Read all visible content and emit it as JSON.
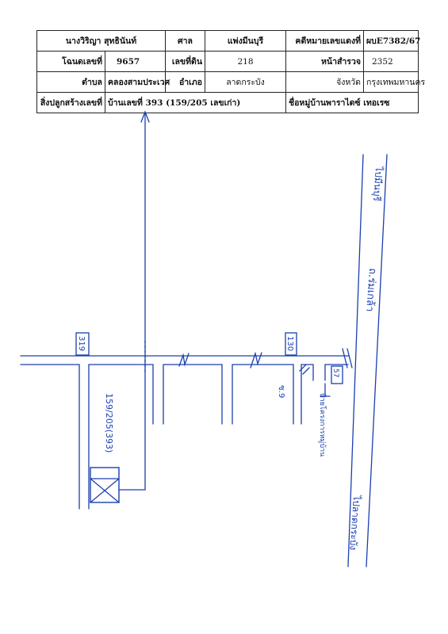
{
  "header": {
    "row1": {
      "name": "นางวิริญา สุทธินันท์",
      "court_label": "ศาล",
      "court": "แพ่งมีนบุรี",
      "case_label": "คดีหมายเลขแดงที่",
      "case_no": "ผบE7382/67"
    },
    "row2": {
      "deed_label": "โฉนดเลขที่",
      "deed_no": "9657",
      "land_label": "เลขที่ดิน",
      "land_no": "218",
      "survey_label": "หน้าสำรวจ",
      "survey_no": "2352"
    },
    "row3": {
      "subdistrict_label": "ตำบล",
      "subdistrict": "คลองสามประเวศ",
      "district_label": "อำเภอ",
      "district": "ลาดกระบัง",
      "province_label": "จังหวัด",
      "province": "กรุงเทพมหานคร"
    },
    "row4": {
      "building_label": "สิ่งปลูกสร้างเลขที่",
      "building": "บ้านเลขที่ 393 (159/205 เลขเก่า)",
      "village_label": "ชื่อหมู่บ้านพาราไดซ์ เทอเรซ"
    }
  },
  "map": {
    "road_top": "ไปมีนบุรี",
    "road_name": "ถ.ร่มเกล้า",
    "road_bottom": "ไปลาดกระบัง",
    "soi_left": "319",
    "soi_right": "130",
    "soi_small": "57",
    "soi_label": "ซ.9",
    "entrance": "ป้ายโครงการหมู่บ้าน",
    "house_label": "159/205(393)"
  }
}
